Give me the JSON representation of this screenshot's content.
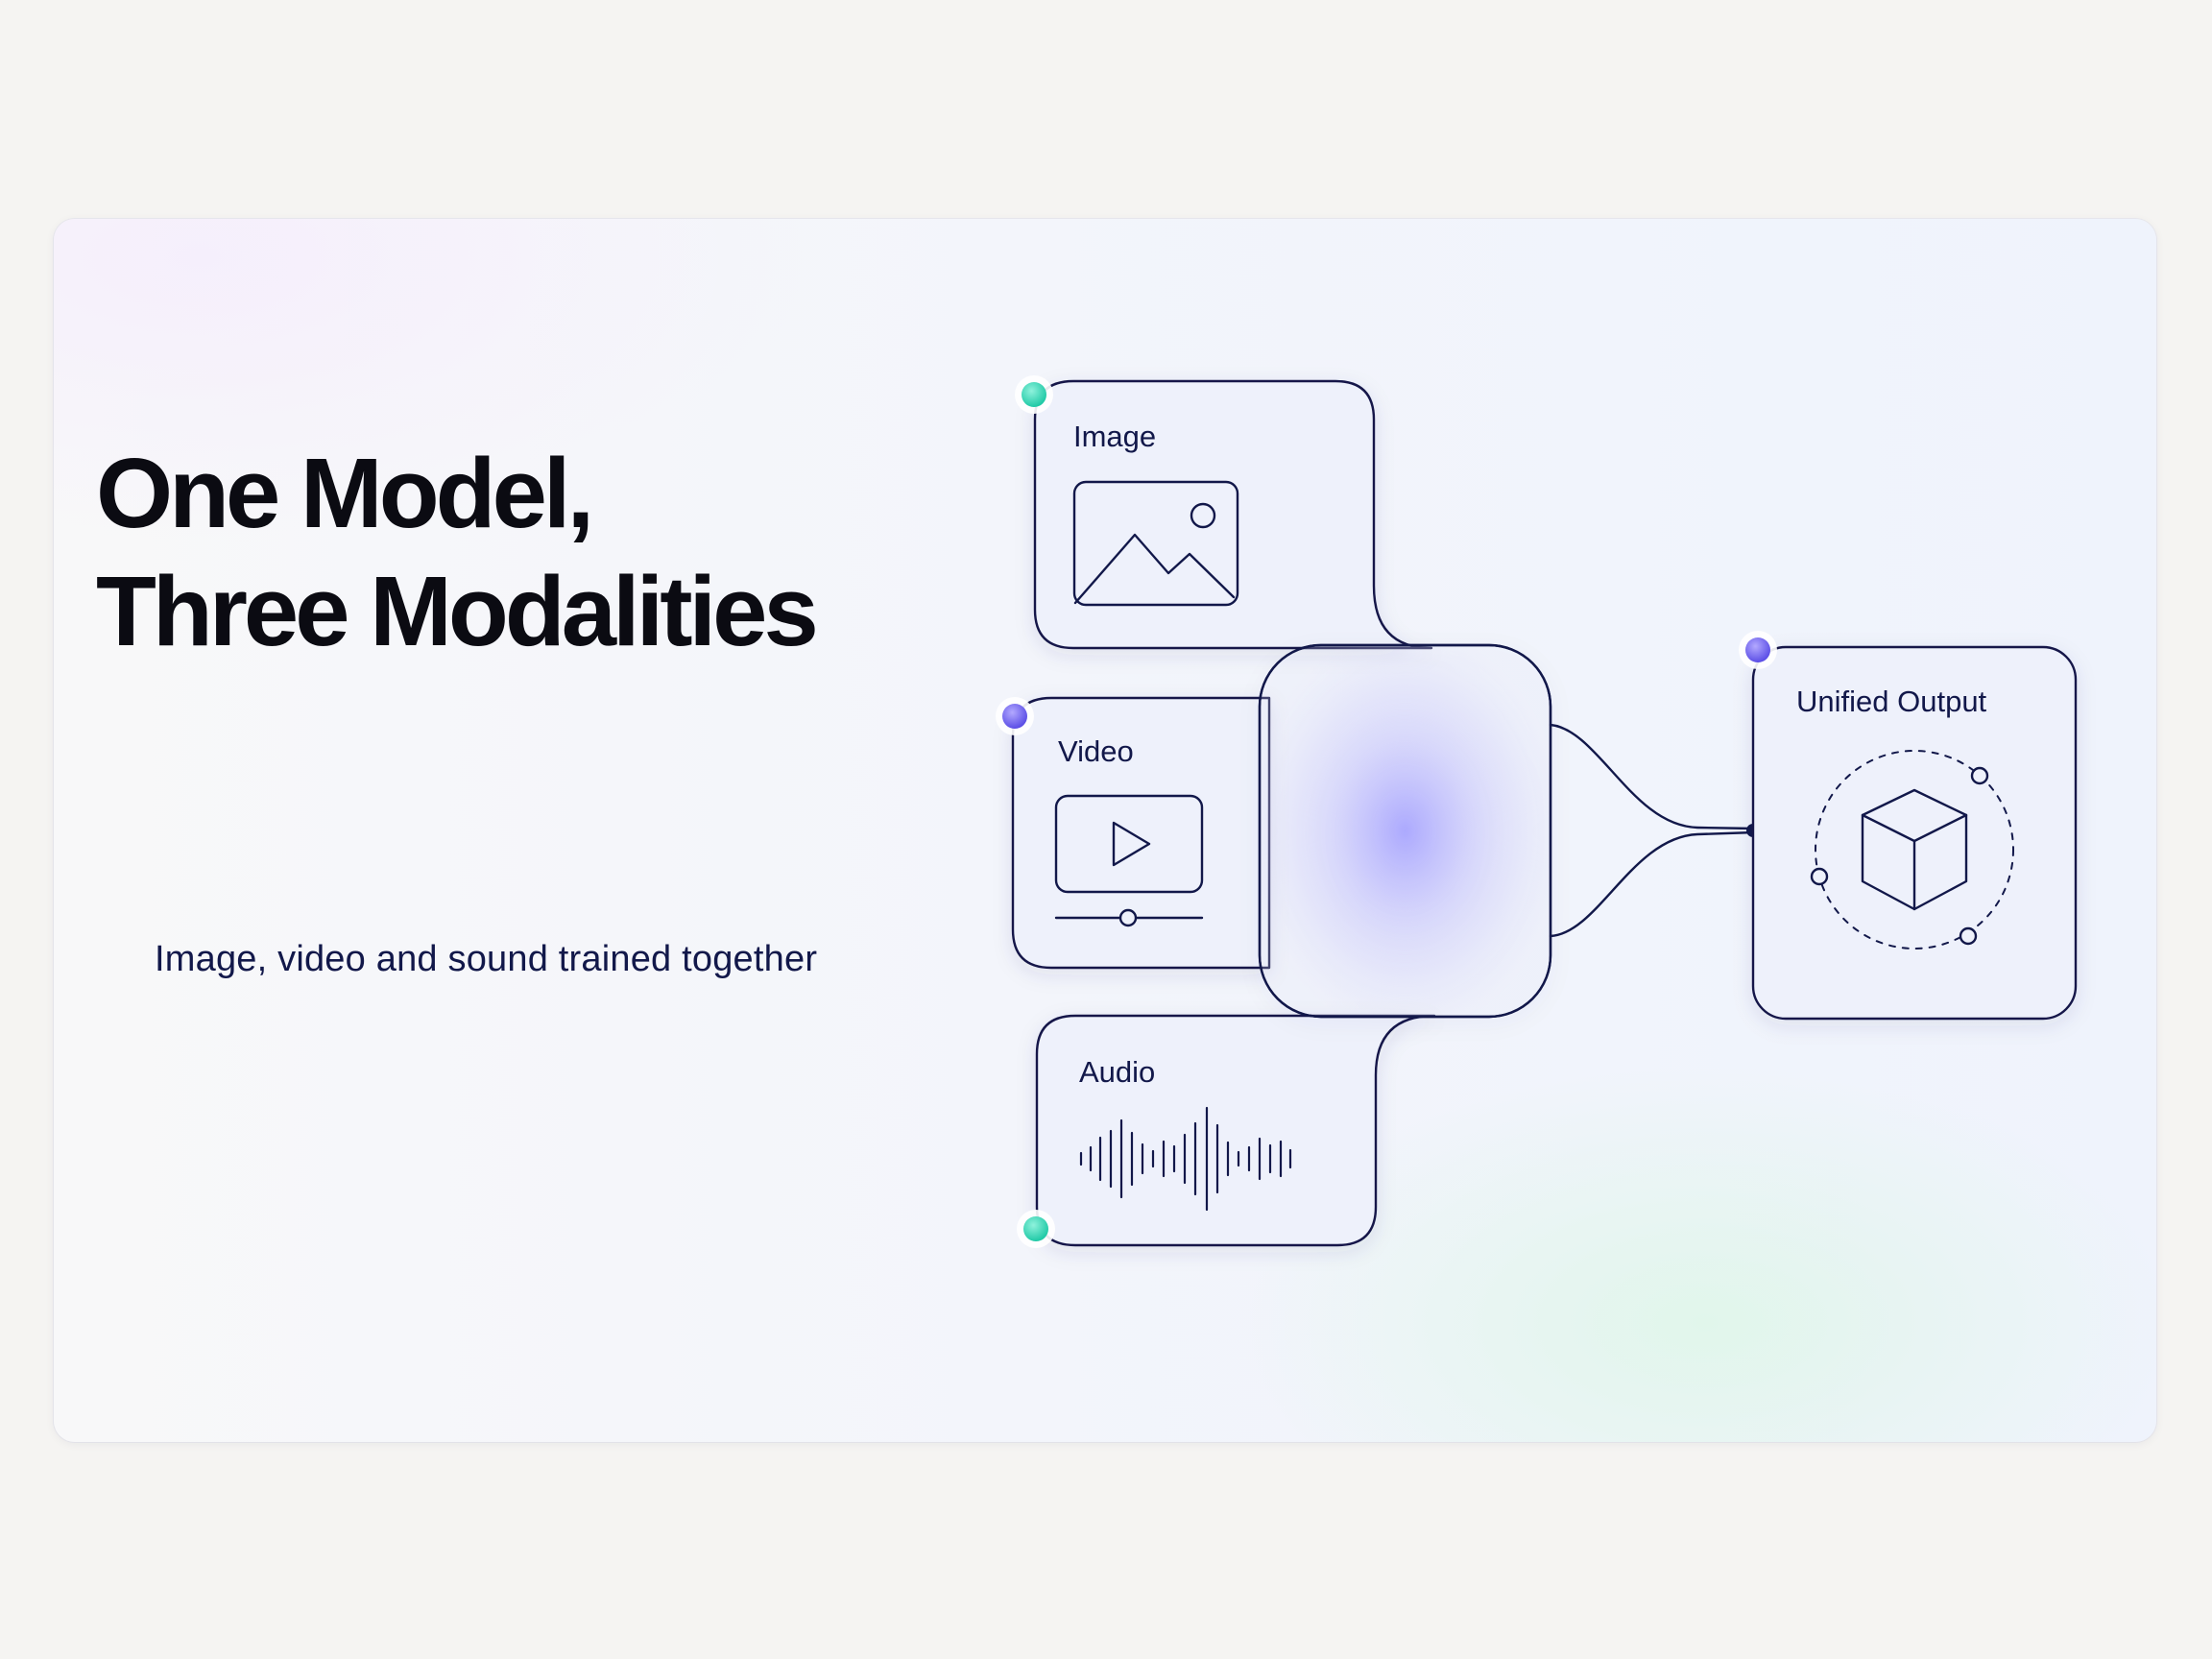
{
  "headline": {
    "line1": "One Model,",
    "line2": "Three Modalities"
  },
  "subtitle": "Image, video and sound trained together",
  "nodes": {
    "image": {
      "label": "Image",
      "icon": "image-icon",
      "dot_color": "#34d8b8"
    },
    "video": {
      "label": "Video",
      "icon": "play-video-icon",
      "dot_color": "#7b6ff0"
    },
    "audio": {
      "label": "Audio",
      "icon": "waveform-icon",
      "dot_color": "#34d8b8"
    },
    "core": {
      "glow_color": "#a9a6ff"
    },
    "output": {
      "label": "Unified Output",
      "icon": "cube-orbit-icon",
      "dot_color": "#7b6ff0"
    }
  },
  "colors": {
    "stroke": "#12184a",
    "teal": "#34d8b8",
    "violet": "#7b6ff0"
  }
}
